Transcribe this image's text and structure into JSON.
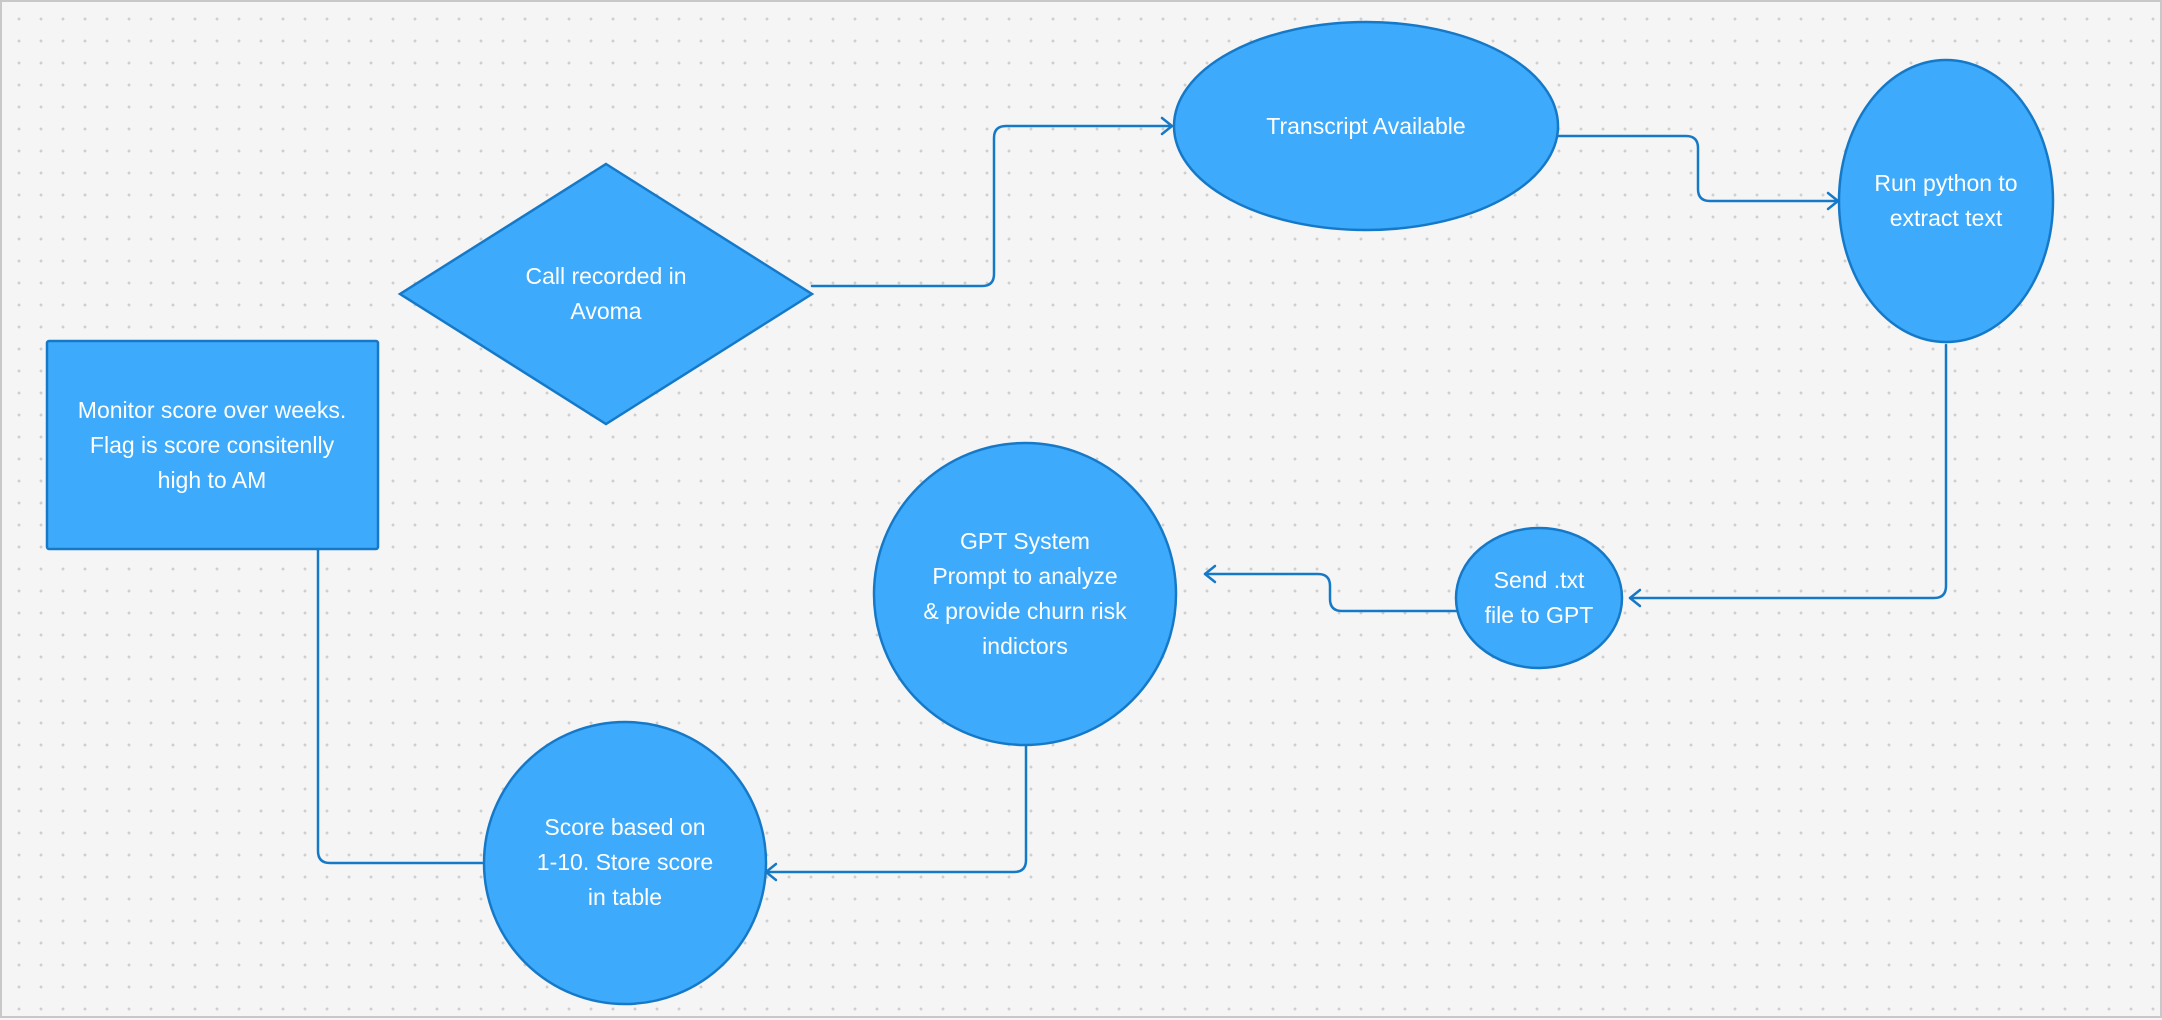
{
  "diagram": {
    "nodes": {
      "call_recorded": {
        "shape": "diamond",
        "text": "Call recorded in\nAvoma"
      },
      "transcript": {
        "shape": "ellipse",
        "text": "Transcript Available"
      },
      "run_python": {
        "shape": "ellipse",
        "text": "Run python to\nextract text"
      },
      "send_txt": {
        "shape": "ellipse",
        "text": "Send .txt\nfile to GPT"
      },
      "gpt_prompt": {
        "shape": "circle",
        "text": "GPT System\nPrompt to analyze\n& provide churn risk\nindictors"
      },
      "score": {
        "shape": "circle",
        "text": "Score based on\n1-10. Store score\nin table"
      },
      "monitor": {
        "shape": "rectangle",
        "text": "Monitor score over weeks.\nFlag is score consitenlly\nhigh to AM"
      }
    },
    "edges": [
      {
        "from": "call_recorded",
        "to": "transcript",
        "arrow": true
      },
      {
        "from": "transcript",
        "to": "run_python",
        "arrow": true
      },
      {
        "from": "run_python",
        "to": "send_txt",
        "arrow": true
      },
      {
        "from": "send_txt",
        "to": "gpt_prompt",
        "arrow": true
      },
      {
        "from": "gpt_prompt",
        "to": "score",
        "arrow": true
      },
      {
        "from": "score",
        "to": "monitor",
        "arrow": false
      }
    ],
    "colors": {
      "node_fill": "#3eaafc",
      "node_stroke": "#1579c8",
      "edge": "#1579c8",
      "text": "#ffffff",
      "canvas": "#f5f5f5",
      "grid_dot": "#cfcfcf"
    }
  }
}
